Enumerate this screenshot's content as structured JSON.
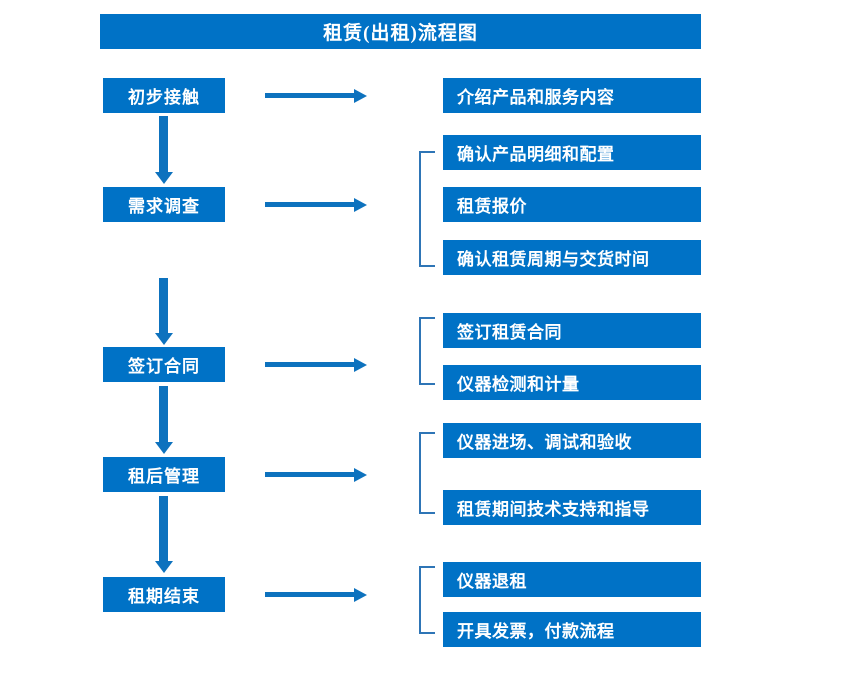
{
  "title": "租赁(出租)流程图",
  "colors": {
    "box_fill": "#0072C6",
    "box_text": "#FFFFFF",
    "arrow": "#0D72BE",
    "bracket": "#2E75B6",
    "background": "#FFFFFF"
  },
  "stages": [
    {
      "label": "初步接触"
    },
    {
      "label": "需求调查"
    },
    {
      "label": "签订合同"
    },
    {
      "label": "租后管理"
    },
    {
      "label": "租期结束"
    }
  ],
  "details": [
    {
      "label": "介绍产品和服务内容"
    },
    {
      "label": "确认产品明细和配置"
    },
    {
      "label": "租赁报价"
    },
    {
      "label": "确认租赁周期与交货时间"
    },
    {
      "label": "签订租赁合同"
    },
    {
      "label": "仪器检测和计量"
    },
    {
      "label": "仪器进场、调试和验收"
    },
    {
      "label": "租赁期间技术支持和指导"
    },
    {
      "label": "仪器退租"
    },
    {
      "label": "开具发票，付款流程"
    }
  ]
}
